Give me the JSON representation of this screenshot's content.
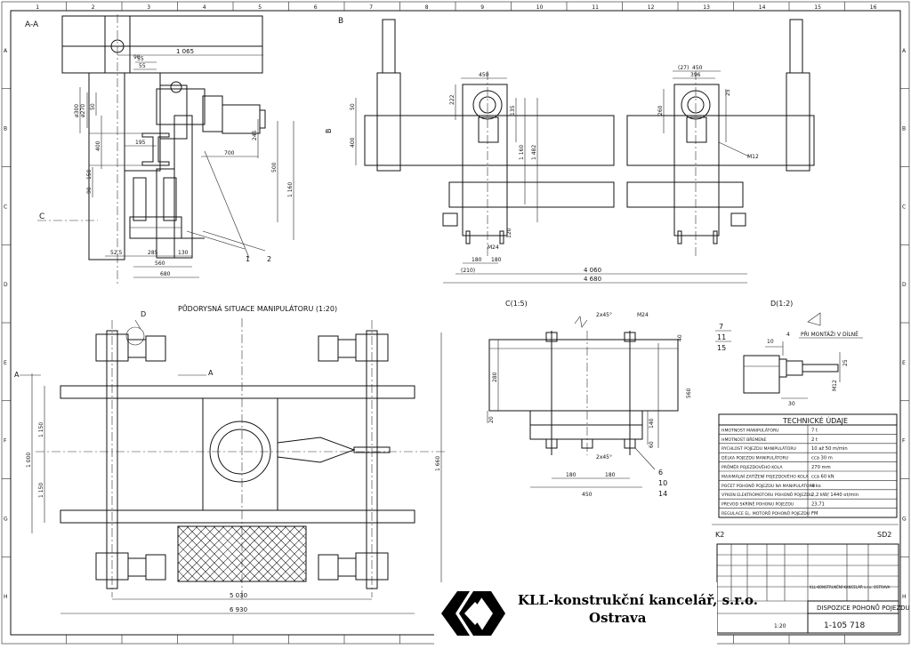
{
  "border": {
    "cols": [
      "1",
      "2",
      "3",
      "4",
      "5",
      "6",
      "7",
      "8",
      "9",
      "10",
      "11",
      "12",
      "13",
      "14",
      "15",
      "16"
    ],
    "rows": [
      "A",
      "B",
      "C",
      "D",
      "E",
      "F",
      "G",
      "H"
    ]
  },
  "views": {
    "section_aa": {
      "title": "A-A",
      "dims": [
        "1 065",
        "55",
        "55",
        "90",
        "ø270",
        "ø300",
        "50",
        "400",
        "195",
        "150",
        "90",
        "245",
        "700",
        "500",
        "1 160",
        "52,5",
        "285",
        "130",
        "560",
        "680"
      ],
      "letter_c": "C",
      "labels": [
        "1",
        "2"
      ]
    },
    "view_b": {
      "title": "B",
      "dims": [
        "450",
        "(27)",
        "450",
        "396",
        "222",
        "135",
        "1 160",
        "1 482",
        "50",
        "400",
        "260",
        "25",
        "M12",
        "M24",
        "180",
        "180",
        "120",
        "(210)",
        "4 060",
        "4 680"
      ],
      "letter_b": "B"
    },
    "plan": {
      "title": "PŮDORYSNÁ SITUACE MANIPULÁTORU (1:20)",
      "letter_d": "D",
      "section_marks": [
        "A",
        "A"
      ],
      "dims": [
        "1 150",
        "1 000",
        "1 150",
        "1 660",
        "5 030",
        "6 930"
      ]
    },
    "detail_c": {
      "title": "C(1:5)",
      "dims": [
        "2x45°",
        "M24",
        "40",
        "280",
        "560",
        "20",
        "140",
        "60",
        "2x45°",
        "180",
        "180",
        "450"
      ],
      "labels": [
        "6",
        "10",
        "14"
      ]
    },
    "detail_d": {
      "title": "D(1:2)",
      "note": "PŘI MONTÁŽI V DÍLNĚ",
      "labels": [
        "7",
        "11",
        "15"
      ],
      "dims": [
        "10",
        "4",
        "30",
        "25",
        "M12"
      ]
    }
  },
  "tech": {
    "title": "TECHNICKÉ ÚDAJE",
    "rows": [
      {
        "label": "HMOTNOST MANIPULÁTORU",
        "value": "7 t"
      },
      {
        "label": "HMOTNOST BŘEMENE",
        "value": "2 t"
      },
      {
        "label": "RYCHLOST POJEZDU MANIPULÁTORU",
        "value": "10 až 50 m/min"
      },
      {
        "label": "DÉLKA POJEZDU MANIPULÁTORU",
        "value": "cca 30 m"
      },
      {
        "label": "PRŮMĚR POJEZDOVÉHO KOLA",
        "value": "270 mm"
      },
      {
        "label": "MAXIMÁLNÍ ZATÍŽENÍ POJEZDOVÉHO KOLA",
        "value": "cca 60 kN"
      },
      {
        "label": "POČET POHONŮ POJEZDU NA MANIPULÁTORU",
        "value": "4 ks"
      },
      {
        "label": "VÝKON ELEKTROMOTORU POHONŮ POJEZDU",
        "value": "2,2 kW/ 1440 ot/min"
      },
      {
        "label": "PŘEVOD SKŘÍNĚ POHONU POJEZDU",
        "value": "23,71"
      },
      {
        "label": "REGULACE EL. MOTORŮ POHONŮ POJEZDU",
        "value": "FM"
      }
    ]
  },
  "title_block": {
    "k2": "K2",
    "sd2": "SD2",
    "drawing_name": "DISPOZICE POHONŮ POJEZDU",
    "drawing_number": "1-105 718",
    "company_small": "KLL-KONSTRUKČNÍ KANCELÁŘ s.r.o. OSTRAVA",
    "scale": "1:20"
  },
  "logo": {
    "name": "KLL-konstrukční kancelář, s.r.o.",
    "city": "Ostrava"
  }
}
